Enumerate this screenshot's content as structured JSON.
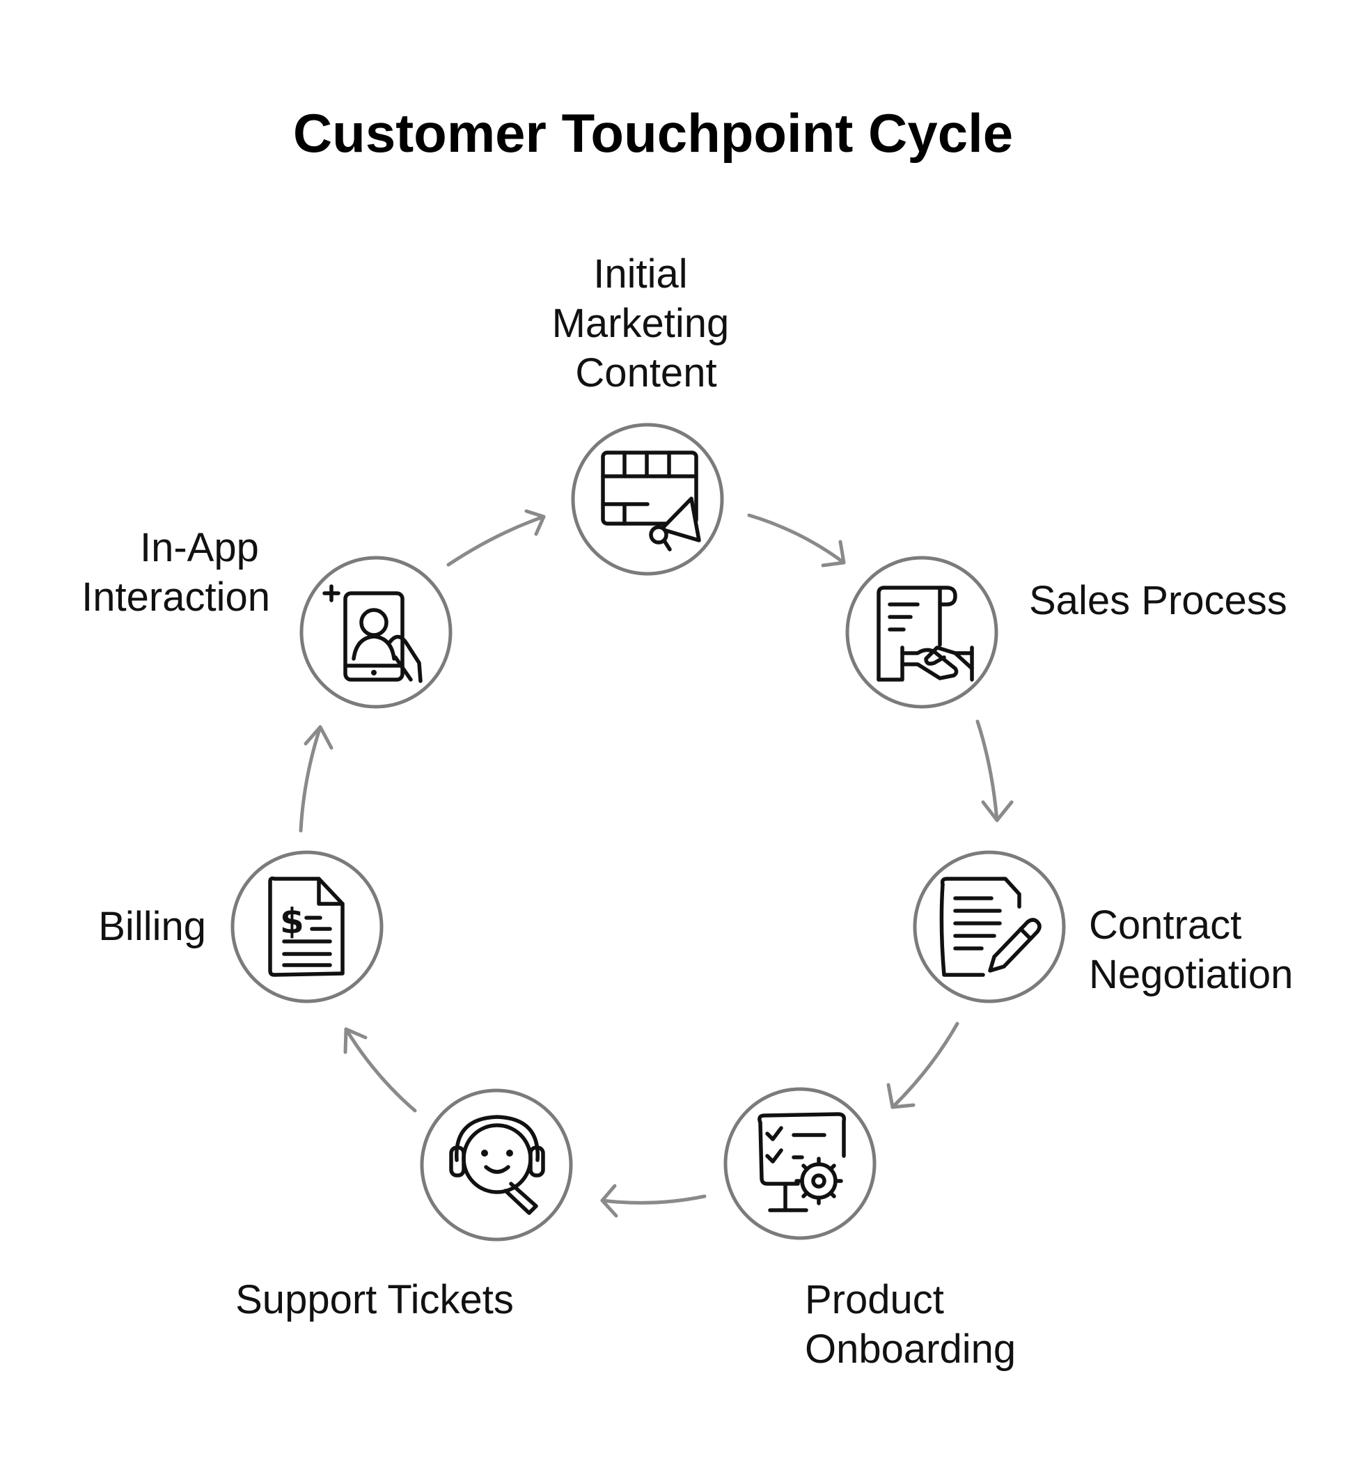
{
  "title": "Customer Touchpoint Cycle",
  "colors": {
    "circle_stroke": "#7b7b7b",
    "arrow": "#8a8a8a",
    "icon": "#111111",
    "text": "#111111"
  },
  "steps": [
    {
      "label_lines": [
        "Initial",
        "Marketing",
        "Content"
      ],
      "icon": "web-banner-megaphone-icon"
    },
    {
      "label_lines": [
        "Sales Process"
      ],
      "icon": "document-handshake-icon"
    },
    {
      "label_lines": [
        "Contract",
        "Negotiation"
      ],
      "icon": "document-pencil-icon"
    },
    {
      "label_lines": [
        "Product",
        "Onboarding"
      ],
      "icon": "monitor-checklist-gear-icon"
    },
    {
      "label_lines": [
        "Support Tickets"
      ],
      "icon": "headset-agent-icon"
    },
    {
      "label_lines": [
        "Billing"
      ],
      "icon": "dollar-invoice-icon"
    },
    {
      "label_lines": [
        "In-App",
        "Interaction"
      ],
      "icon": "mobile-user-tap-icon"
    }
  ],
  "flow_direction": "clockwise"
}
